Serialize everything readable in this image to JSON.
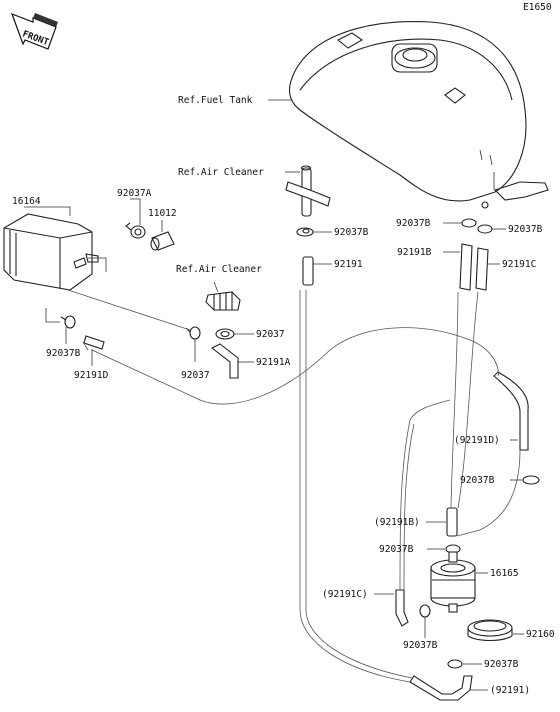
{
  "diagram_id": "E1650",
  "front_label": "FRONT",
  "labels": {
    "ref_fuel_tank": "Ref.Fuel Tank",
    "ref_air_cleaner_1": "Ref.Air Cleaner",
    "ref_air_cleaner_2": "Ref.Air Cleaner",
    "p16164": "16164",
    "p92037a": "92037A",
    "p11012": "11012",
    "p92037b_1": "92037B",
    "p92191": "92191",
    "p92037_1": "92037",
    "p92191a": "92191A",
    "p92037b_left": "92037B",
    "p92191d": "92191D",
    "p92037_2": "92037",
    "p92037b_right1": "92037B",
    "p92037b_right2": "92037B",
    "p92191b": "92191B",
    "p92191c": "92191C",
    "p92191d_paren": "(92191D)",
    "p92037b_right3": "92037B",
    "p92191b_paren": "(92191B)",
    "p92037b_pump": "92037B",
    "p16165": "16165",
    "p92191c_paren": "(92191C)",
    "p92037b_bottom": "92037B",
    "p92160": "92160",
    "p92037b_right4": "92037B",
    "p92191_paren": "(92191)"
  }
}
